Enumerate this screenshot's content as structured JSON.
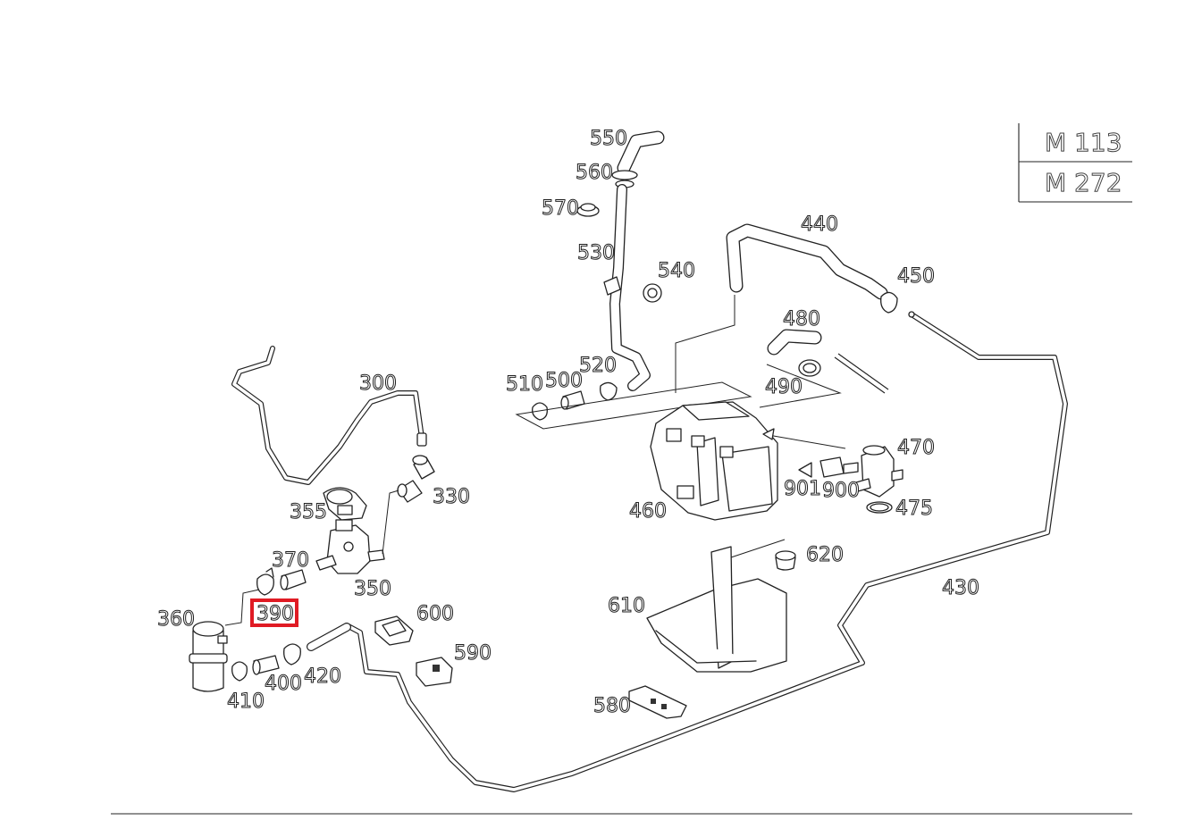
{
  "engine_table": {
    "rows": [
      "M 113",
      "M 272"
    ]
  },
  "callouts": {
    "p300": "300",
    "p330": "330",
    "p350": "350",
    "p355": "355",
    "p360": "360",
    "p370": "370",
    "p390": "390",
    "p400": "400",
    "p410": "410",
    "p420": "420",
    "p430": "430",
    "p440": "440",
    "p450": "450",
    "p460": "460",
    "p470": "470",
    "p475": "475",
    "p480": "480",
    "p490": "490",
    "p500": "500",
    "p510": "510",
    "p520": "520",
    "p530": "530",
    "p540": "540",
    "p550": "550",
    "p560": "560",
    "p570": "570",
    "p580": "580",
    "p590": "590",
    "p600": "600",
    "p610": "610",
    "p620": "620",
    "p900": "900",
    "p901": "901"
  },
  "selected_callout": "390"
}
